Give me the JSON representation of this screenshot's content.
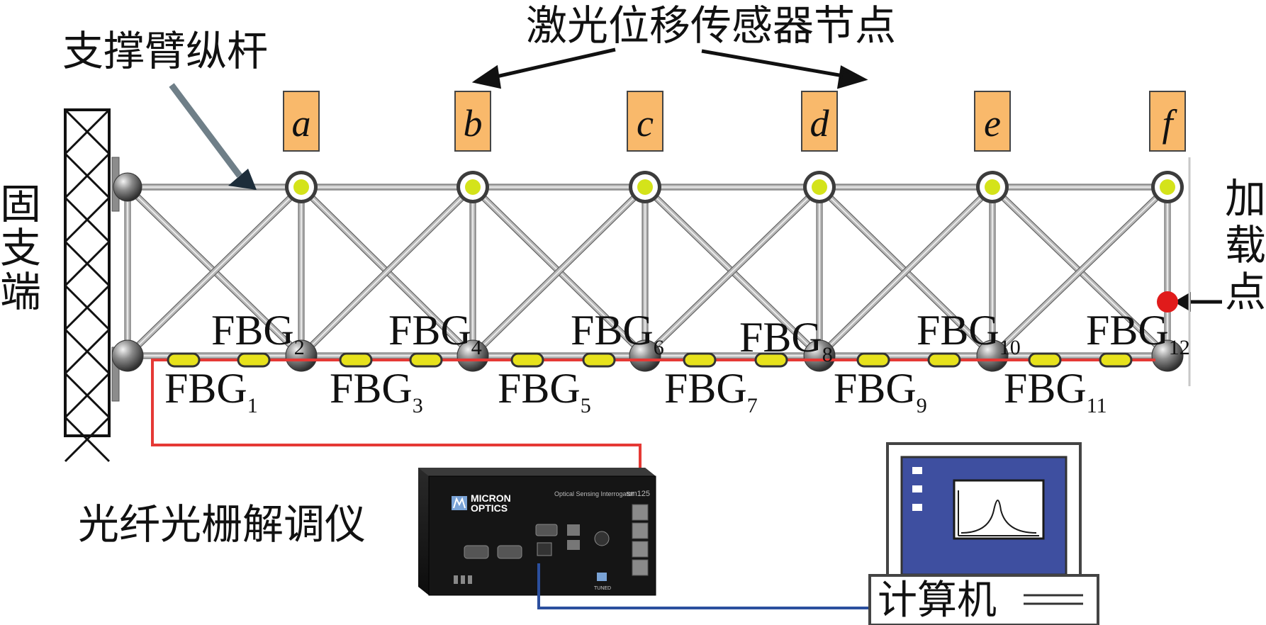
{
  "labels": {
    "sensor_nodes": "激光位移传感器节点",
    "support_arm": "支撑臂纵杆",
    "fixed_end": [
      "固",
      "支",
      "端"
    ],
    "loading_point": [
      "加",
      "载",
      "点"
    ],
    "interrogator": "光纤光栅解调仪",
    "computer": "计算机"
  },
  "nodes": [
    "a",
    "b",
    "c",
    "d",
    "e",
    "f"
  ],
  "fbg": {
    "prefix": "FBG",
    "top_row": [
      "2",
      "4",
      "6",
      "8",
      "10",
      "12"
    ],
    "bottom_row": [
      "1",
      "3",
      "5",
      "7",
      "9",
      "11"
    ]
  },
  "device": {
    "brand_line1": "MICRON",
    "brand_line2": "OPTICS",
    "subtitle": "Optical Sensing Interrogator",
    "model": "sm125",
    "badge": "TUNED"
  },
  "colors": {
    "fiber": "#e53935",
    "ethernet": "#2b4f9e",
    "node_box": "#f9b96b",
    "sensor_dot": "#d4e31a",
    "fbg_fill": "#e7e21c",
    "load_point": "#e01b1b",
    "monitor_screen": "#3e4fa0"
  }
}
